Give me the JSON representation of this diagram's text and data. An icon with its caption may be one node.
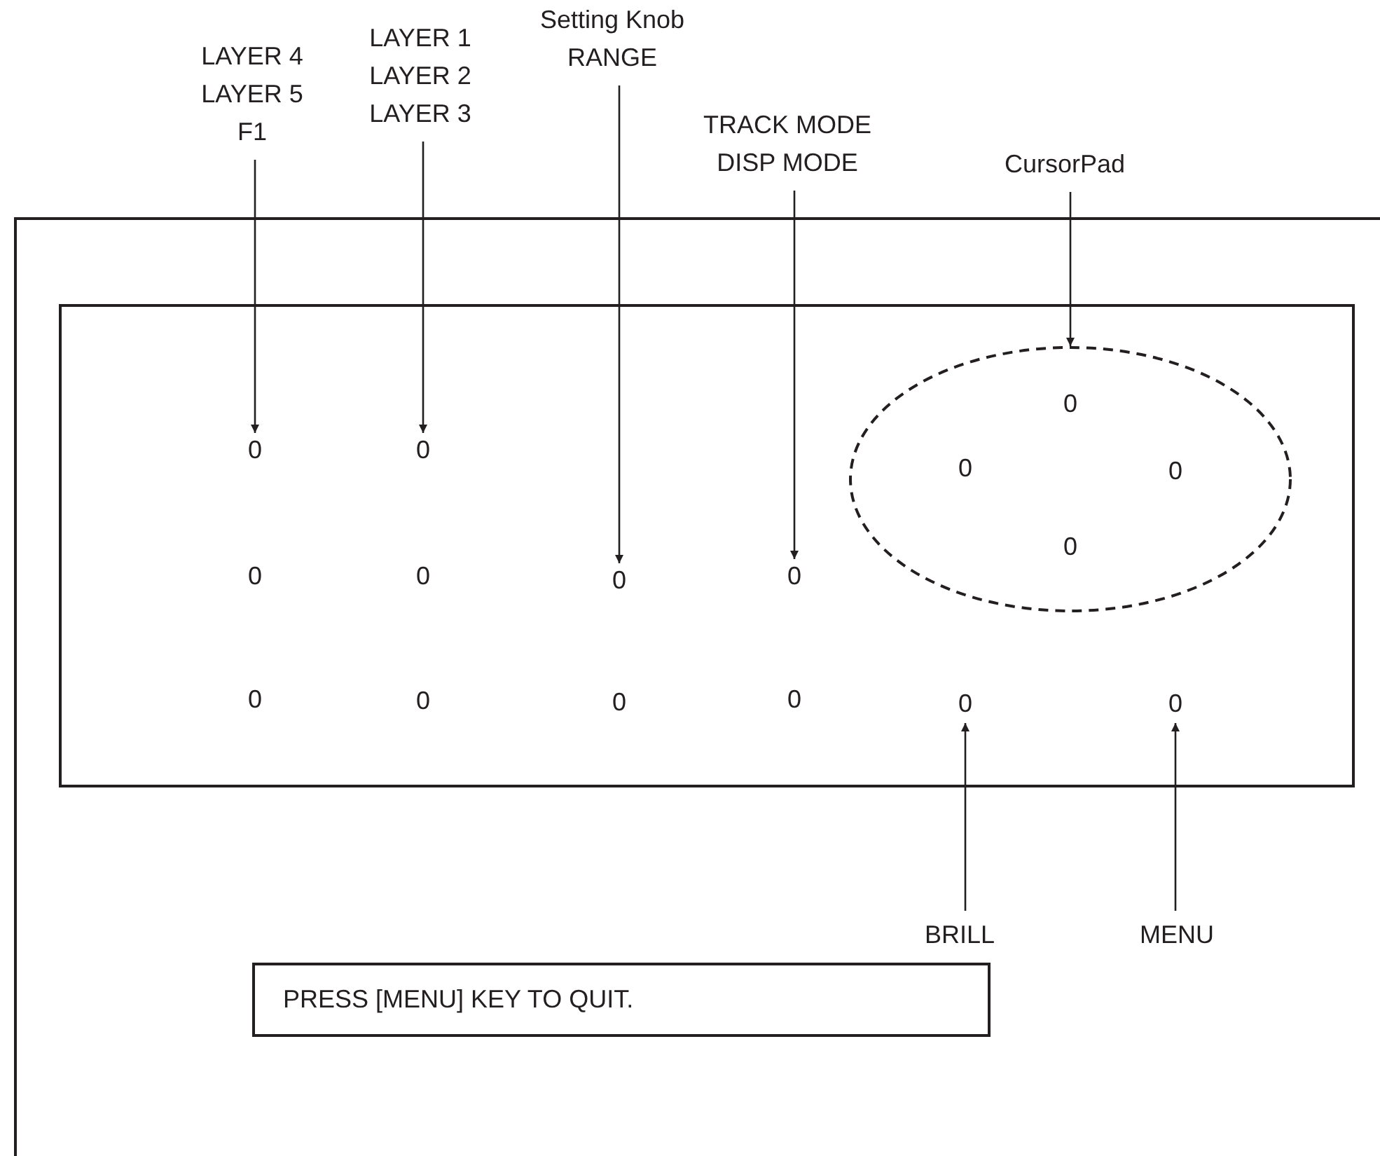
{
  "diagram": {
    "nodes": [
      {
        "text": [],
        "shape": "box"
      },
      {
        "text": [],
        "shape": "box",
        "in": 0
      },
      {
        "text": [
          "LAYER 4 LAYER 5 F1"
        ]
      },
      {
        "text": [
          "LAYER 1 LAYER 2 LAYER 3"
        ]
      },
      {
        "text": [
          "Setting Knob RANGE"
        ]
      },
      {
        "text": [
          "TRACK MODE DISP MODE"
        ]
      },
      {
        "text": [
          "CursorPad"
        ]
      },
      {
        "text": [],
        "shape": "ellipse",
        "in": 1
      },
      {
        "text": [
          "0"
        ],
        "in": 7
      },
      {
        "text": [
          "0"
        ],
        "in": 7
      },
      {
        "text": [
          "0"
        ],
        "in": 7
      },
      {
        "text": [
          "0"
        ],
        "in": 7
      },
      {
        "text": [
          "0"
        ],
        "in": 1
      },
      {
        "text": [
          "0"
        ],
        "in": 1
      },
      {
        "text": [
          "0"
        ],
        "in": 1
      },
      {
        "text": [
          "0"
        ],
        "in": 1
      },
      {
        "text": [
          "0"
        ],
        "in": 1
      },
      {
        "text": [
          "0"
        ],
        "in": 1
      },
      {
        "text": [
          "0"
        ],
        "in": 1
      },
      {
        "text": [
          "0"
        ],
        "in": 1
      },
      {
        "text": [
          "0"
        ],
        "in": 1
      },
      {
        "text": [
          "0"
        ],
        "in": 1
      },
      {
        "text": [
          "0"
        ],
        "in": 1
      },
      {
        "text": [
          "0"
        ],
        "in": 1
      },
      {
        "text": [
          "BRILL"
        ],
        "in": 0
      },
      {
        "text": [
          "MENU"
        ],
        "in": 0
      },
      {
        "text": [
          "PRESS [MENU] KEY TO QUIT."
        ],
        "in": 0
      }
    ],
    "edges": [
      {
        "from": 2,
        "to": 12,
        "arrow": "to"
      },
      {
        "from": 3,
        "to": 13,
        "arrow": "to"
      },
      {
        "from": 4,
        "to": 16,
        "arrow": "to"
      },
      {
        "from": 5,
        "to": 17,
        "arrow": "to"
      },
      {
        "from": 6,
        "to": 7,
        "arrow": "to"
      },
      {
        "from": 24,
        "to": 22,
        "arrow": "to"
      },
      {
        "from": 25,
        "to": 23,
        "arrow": "to"
      }
    ]
  }
}
